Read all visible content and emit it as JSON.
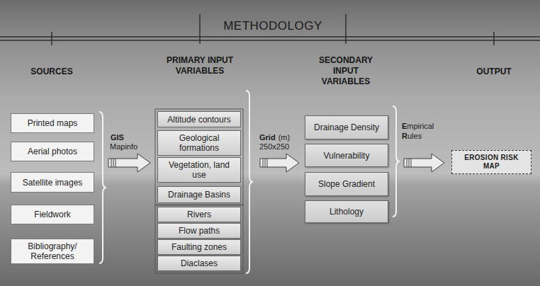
{
  "diagram": {
    "title": "METHODOLOGY",
    "nodes": [
      {
        "text": [
          "Printed maps"
        ]
      },
      {
        "text": [
          "Aerial photos"
        ]
      },
      {
        "text": [
          "Satellite images"
        ]
      },
      {
        "text": [
          "Fieldwork"
        ]
      },
      {
        "text": [
          "Bibliography/ References"
        ]
      },
      {
        "text": [
          "Altitude contours"
        ]
      },
      {
        "text": [
          "Geological formations"
        ]
      },
      {
        "text": [
          "Vegetation, land use"
        ]
      },
      {
        "text": [
          "Drainage Basins"
        ]
      },
      {
        "text": [
          "Rivers"
        ]
      },
      {
        "text": [
          "Flow paths"
        ]
      },
      {
        "text": [
          "Faulting zones"
        ]
      },
      {
        "text": [
          "Diaclases"
        ]
      },
      {
        "text": [
          "Drainage Density"
        ]
      },
      {
        "text": [
          "Vulnerability"
        ]
      },
      {
        "text": [
          "Slope Gradient"
        ]
      },
      {
        "text": [
          "Lithology"
        ]
      },
      {
        "text": [
          "EROSION RISK MAP"
        ]
      }
    ],
    "labels": [
      "SOURCES",
      "PRIMARY INPUT VARIABLES",
      "SECONDARY INPUT VARIABLES",
      "OUTPUT",
      "GIS",
      "Mapinfo",
      "Grid",
      "(m)",
      "250x250",
      "Empirical",
      "Rules"
    ]
  }
}
